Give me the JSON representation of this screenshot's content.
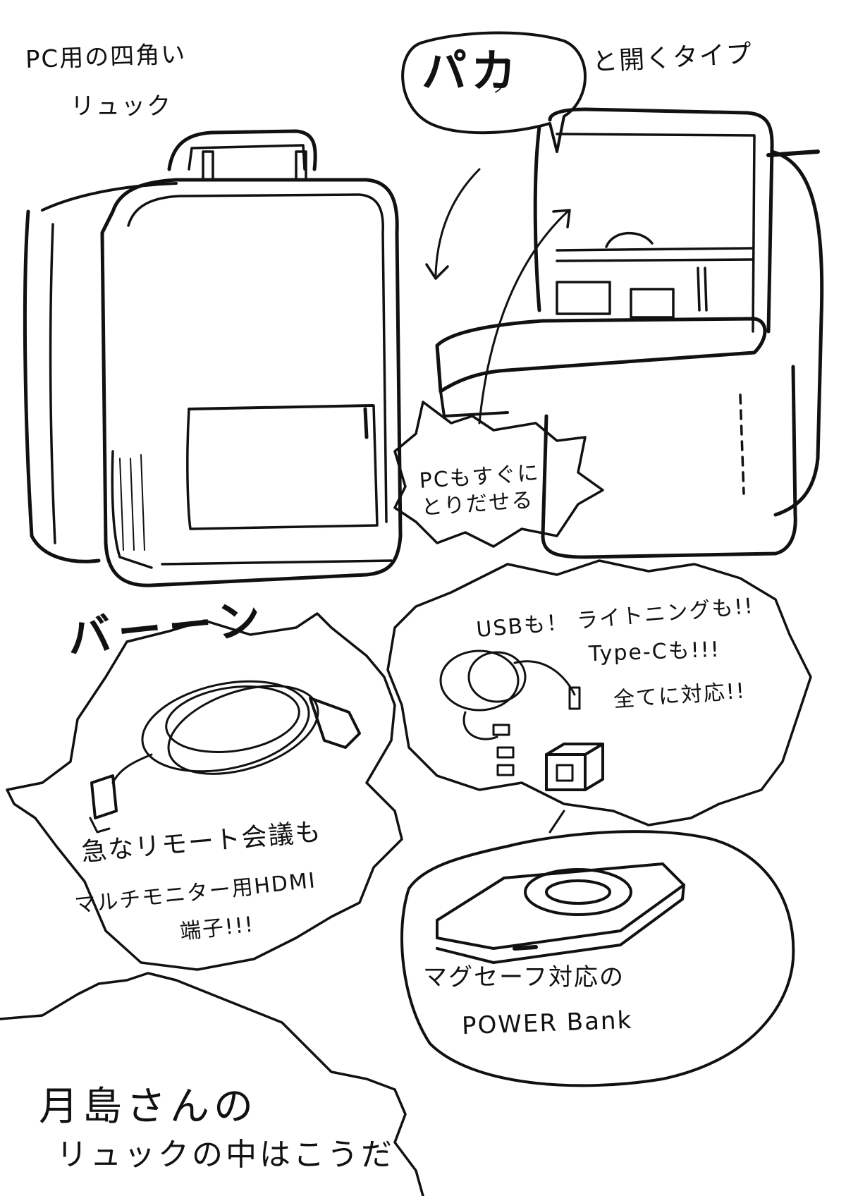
{
  "texts": {
    "title_line1": "PC用の四角い",
    "title_line2": "リュック",
    "open_big": "パカ",
    "open_small": "ッ",
    "open_rest": "と開くタイプ",
    "pc_bubble": "PCもすぐに\nとりだせる",
    "baaan": "バーーン",
    "usb_line1": "USBも！ ライトニングも!!",
    "usb_line2": "Type-Cも!!!",
    "usb_line3": "全てに対応!!",
    "remote_line1": "急なリモート会議も",
    "remote_line2": "マルチモニター用HDMI",
    "remote_line3": "端子!!!",
    "powerbank_line1": "マグセーフ対応の",
    "powerbank_line2": "POWER Bank",
    "bottom_line1": "月島さんの",
    "bottom_line2": "リュックの中はこうだ"
  },
  "colors": {
    "ink": "#111111",
    "paper": "#ffffff"
  },
  "illustrations": [
    "backpack-closed",
    "backpack-open",
    "hdmi-cable",
    "usb-cables",
    "power-adapter",
    "magsafe-power-bank"
  ]
}
